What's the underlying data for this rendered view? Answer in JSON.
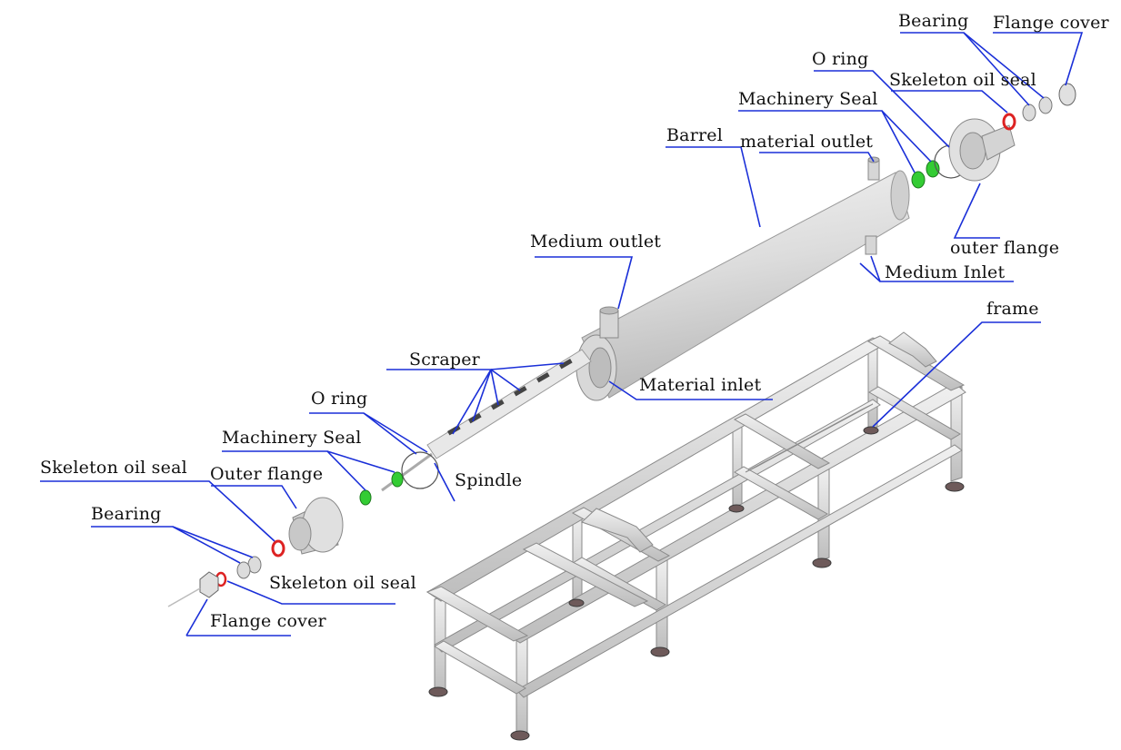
{
  "labels": {
    "bearing_right": "Bearing",
    "flange_cover_right": "Flange cover",
    "o_ring_right": "O ring",
    "skeleton_oil_seal_right": "Skeleton oil seal",
    "machinery_seal_right": "Machinery Seal",
    "barrel": "Barrel",
    "material_outlet": "material outlet",
    "medium_outlet": "Medium outlet",
    "outer_flange_right": "outer flange",
    "medium_inlet": "Medium Inlet",
    "frame": "frame",
    "scraper": "Scraper",
    "material_inlet": "Material inlet",
    "o_ring_left": "O ring",
    "machinery_seal_left": "Machinery Seal",
    "skeleton_oil_seal_left_top": "Skeleton oil seal",
    "outer_flange_left": "Outer flange",
    "spindle": "Spindle",
    "bearing_left": "Bearing",
    "skeleton_oil_seal_left_bottom": "Skeleton oil seal",
    "flange_cover_left": "Flange cover"
  },
  "colors": {
    "leader": "#1a2fd8",
    "metal": "#e4e4e4",
    "metal_dark": "#9a9a9a",
    "seal_green": "#33cc33",
    "seal_red": "#dd2222"
  }
}
